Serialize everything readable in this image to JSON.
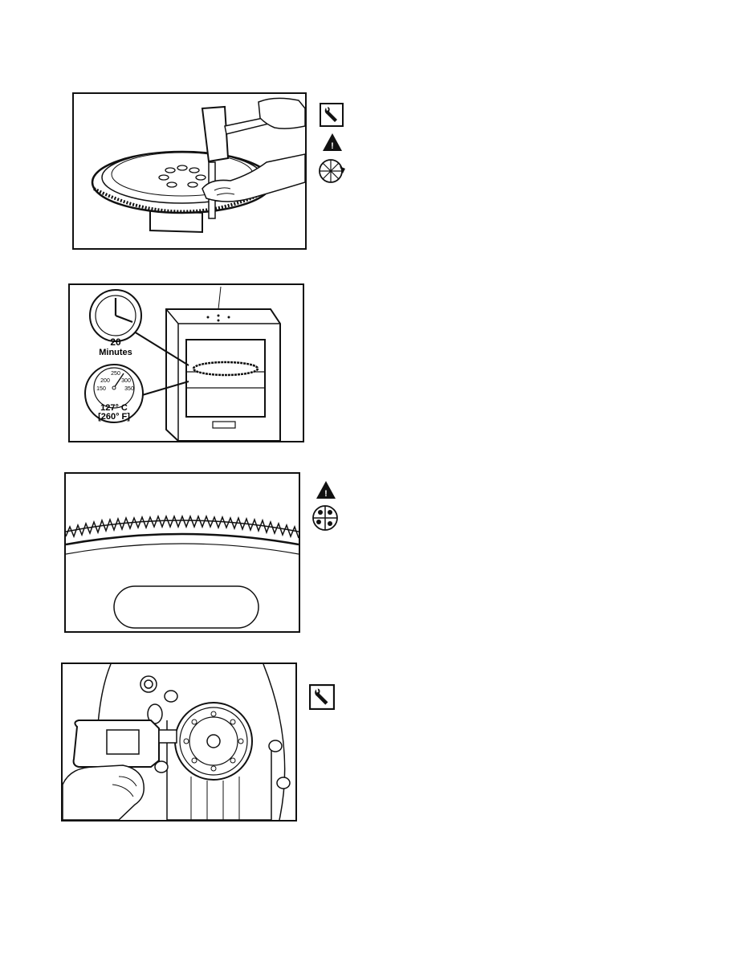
{
  "timer": {
    "value": "20",
    "unit": "Minutes"
  },
  "thermometer": {
    "ticks": [
      "150",
      "200",
      "250",
      "300",
      "350"
    ],
    "celsius": "127° C",
    "fahrenheit": "[260° F]"
  },
  "icons": {
    "fig1": [
      "wrench-icon",
      "warning-icon",
      "safety-glasses-icon"
    ],
    "fig3": [
      "warning-icon",
      "gloves-icon"
    ],
    "fig4": [
      "wrench-icon"
    ]
  }
}
